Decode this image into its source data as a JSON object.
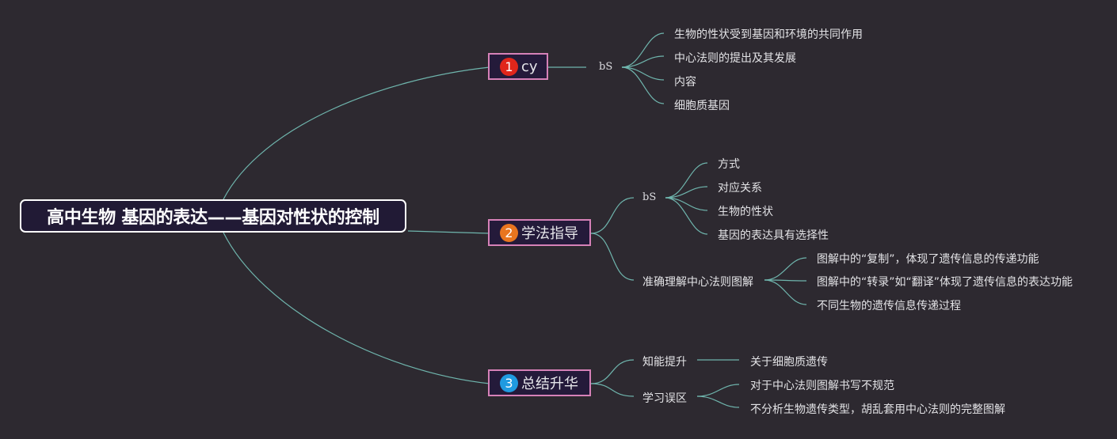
{
  "root": {
    "title": "高中生物 基因的表达——基因对性状的控制"
  },
  "branches": [
    {
      "badge": "1",
      "badge_color": "#e0261b",
      "label": "cy",
      "children": [
        {
          "label": "bS",
          "children": [
            "生物的性状受到基因和环境的共同作用",
            "中心法则的提出及其发展",
            "内容",
            "细胞质基因"
          ]
        }
      ]
    },
    {
      "badge": "2",
      "badge_color": "#e8751f",
      "label": "学法指导",
      "children": [
        {
          "label": "bS",
          "children": [
            "方式",
            "对应关系",
            "生物的性状",
            "基因的表达具有选择性"
          ]
        },
        {
          "label": "准确理解中心法则图解",
          "children": [
            "图解中的“复制”，体现了遗传信息的传递功能",
            "图解中的“转录”如“翻译”体现了遗传信息的表达功能",
            "不同生物的遗传信息传递过程"
          ]
        }
      ]
    },
    {
      "badge": "3",
      "badge_color": "#1f9ae0",
      "label": "总结升华",
      "children": [
        {
          "label": "知能提升",
          "children": [
            "关于细胞质遗传"
          ]
        },
        {
          "label": "学习误区",
          "children": [
            "对于中心法则图解书写不规范",
            "不分析生物遗传类型，胡乱套用中心法则的完整图解"
          ]
        }
      ]
    }
  ],
  "colors": {
    "background": "#2d2930",
    "line": "#6fb5ad",
    "branch_border": "#d681b8",
    "root_border": "#ffffff"
  }
}
